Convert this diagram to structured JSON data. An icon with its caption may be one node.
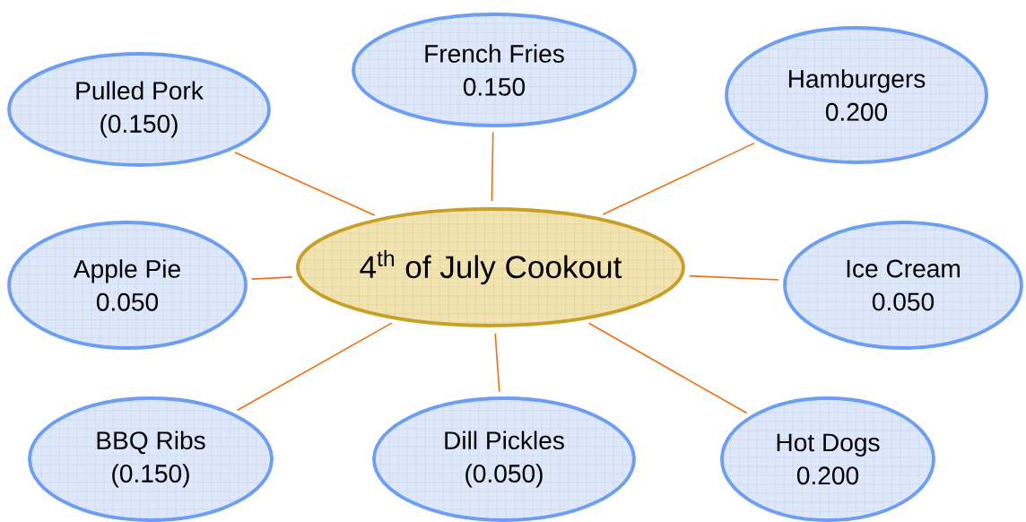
{
  "diagram": {
    "nodes": [
      {
        "text": [
          "4$^{th}$ of July Cookout"
        ]
      },
      {
        "text": [
          "Pulled Pork",
          "(0.150)"
        ]
      },
      {
        "text": [
          "French Fries",
          "0.150"
        ]
      },
      {
        "text": [
          "Hamburgers",
          "0.200"
        ]
      },
      {
        "text": [
          "Apple Pie",
          "0.050"
        ]
      },
      {
        "text": [
          "Ice Cream",
          "0.050"
        ]
      },
      {
        "text": [
          "BBQ Ribs",
          "(0.150)"
        ]
      },
      {
        "text": [
          "Dill Pickles",
          "(0.050)"
        ]
      },
      {
        "text": [
          "Hot Dogs",
          "0.200"
        ]
      }
    ],
    "edges": [
      {
        "from": 1,
        "to": 0,
        "arrow": "none"
      },
      {
        "from": 2,
        "to": 0,
        "arrow": "none"
      },
      {
        "from": 3,
        "to": 0,
        "arrow": "none"
      },
      {
        "from": 4,
        "to": 0,
        "arrow": "none"
      },
      {
        "from": 5,
        "to": 0,
        "arrow": "none"
      },
      {
        "from": 6,
        "to": 0,
        "arrow": "none"
      },
      {
        "from": 7,
        "to": 0,
        "arrow": "none"
      },
      {
        "from": 8,
        "to": 0,
        "arrow": "none"
      }
    ]
  }
}
